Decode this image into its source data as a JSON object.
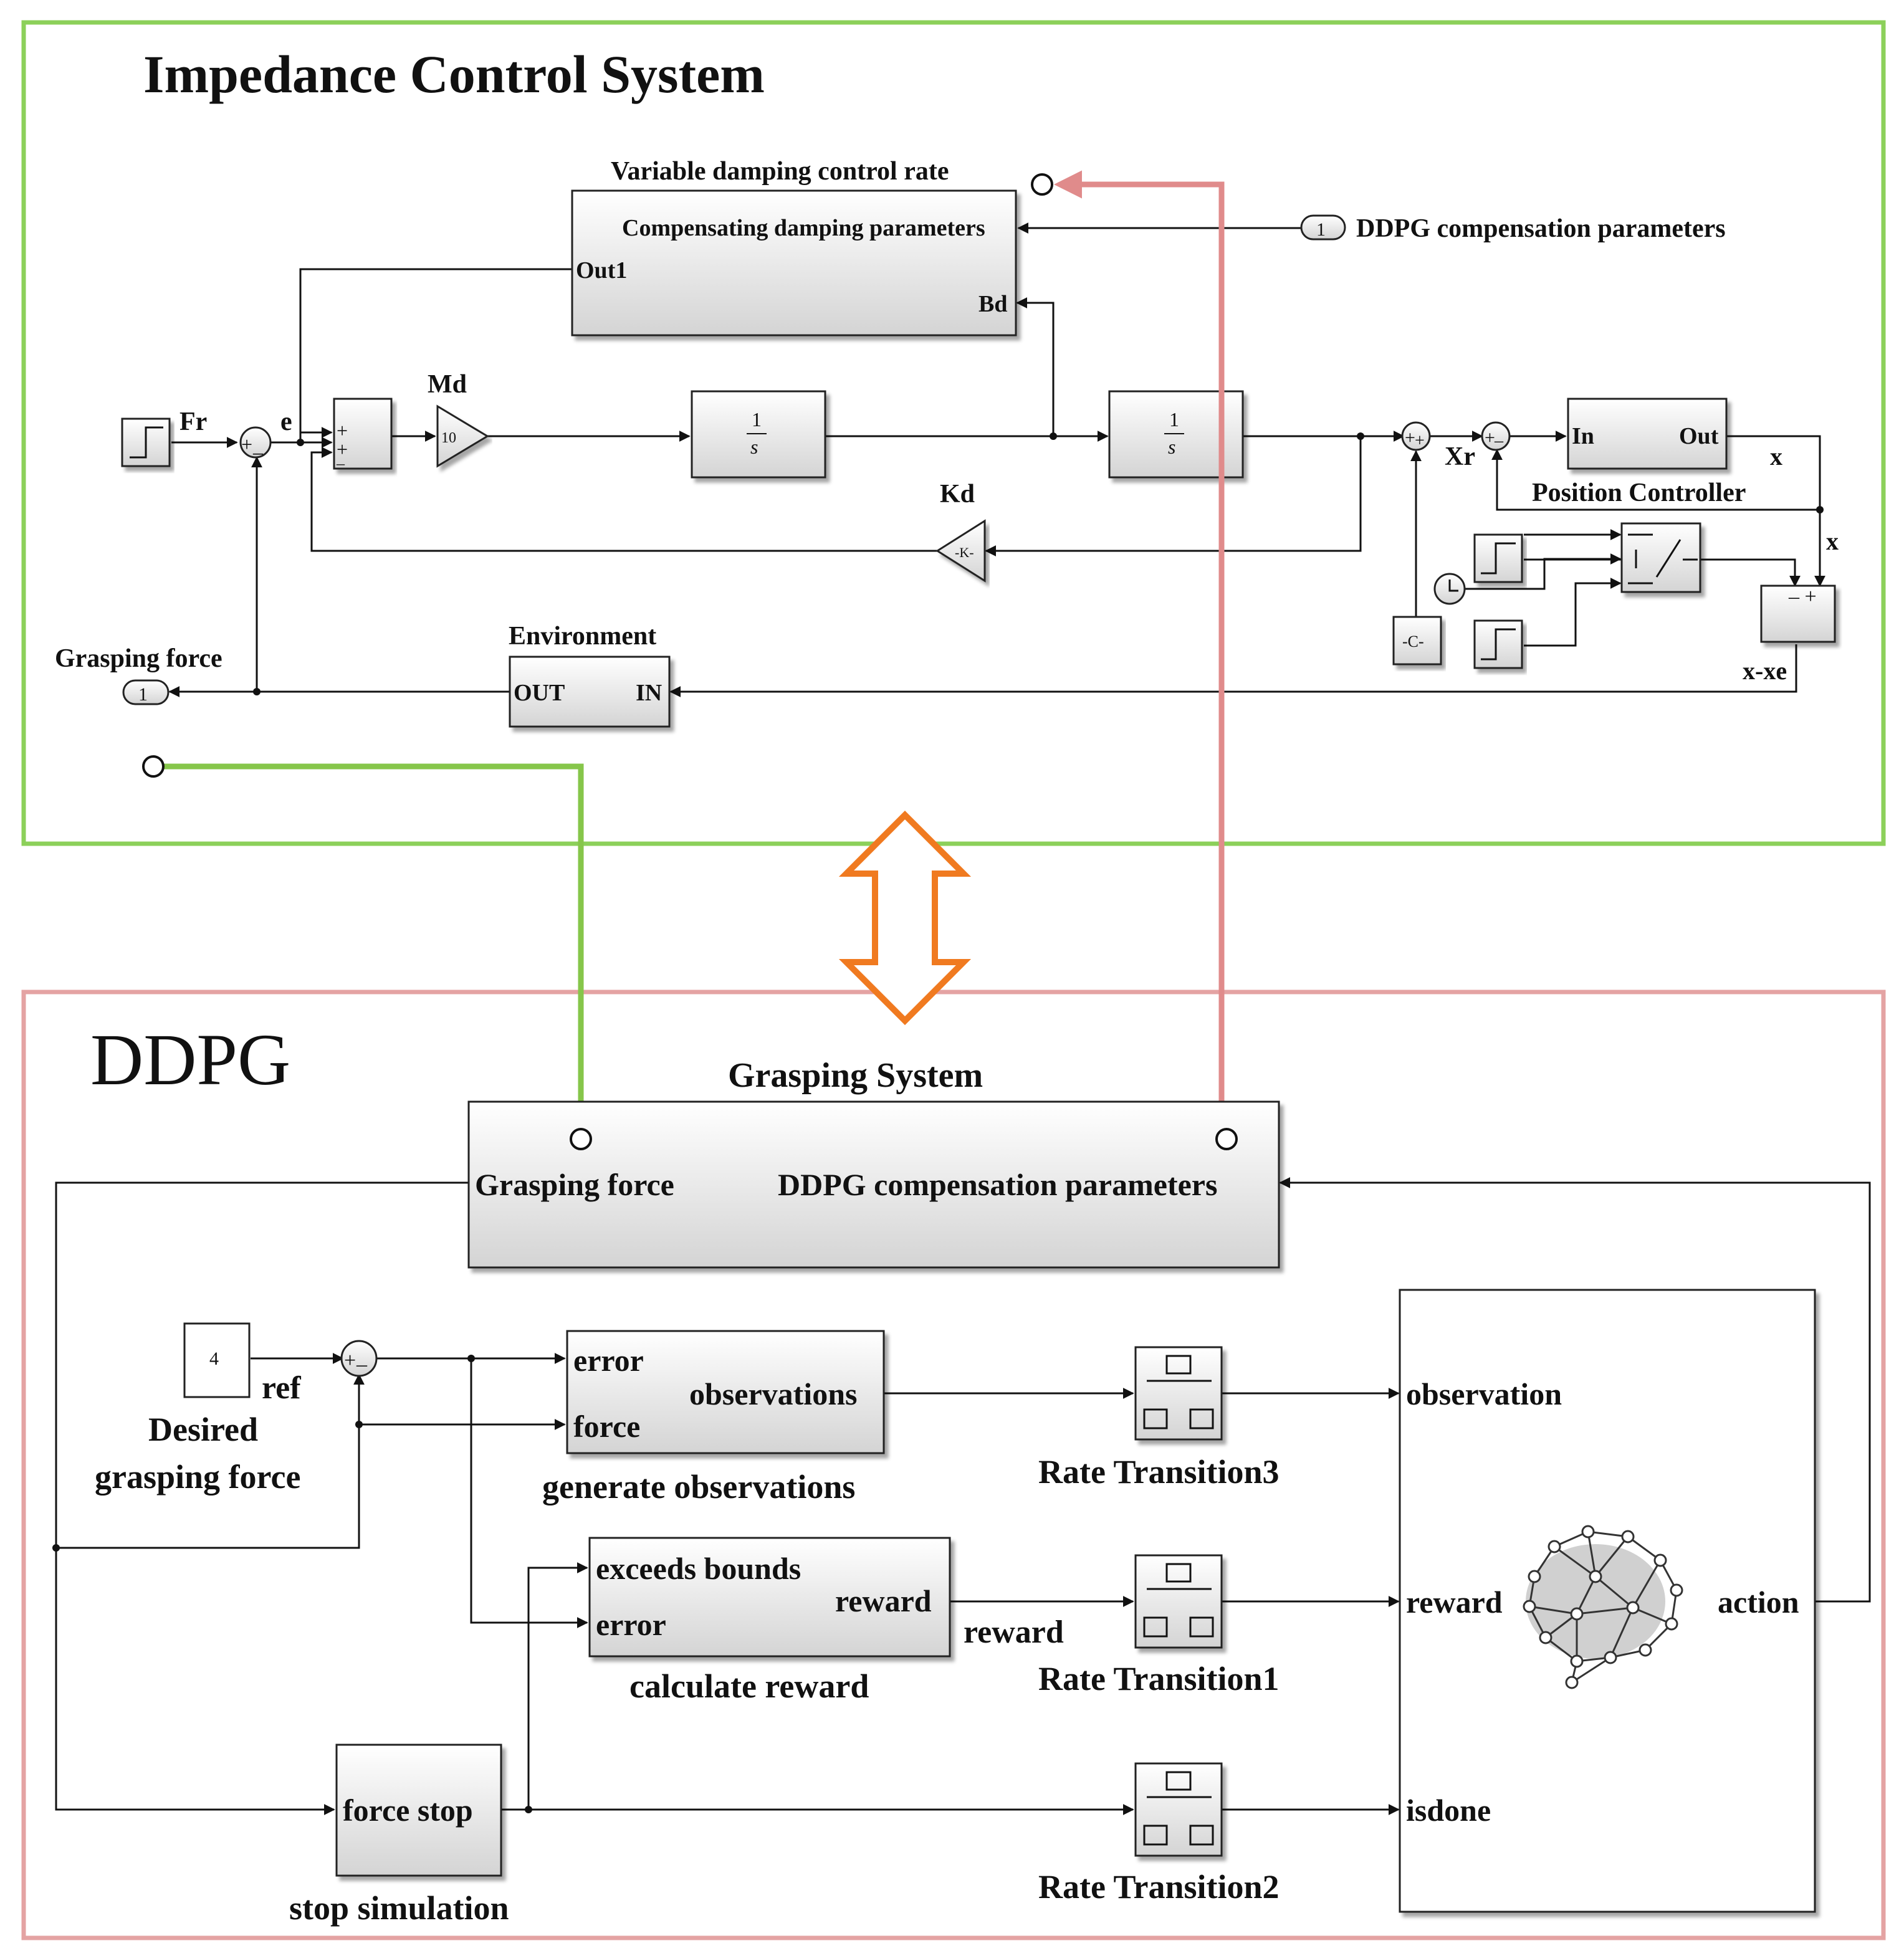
{
  "impedance": {
    "title": "Impedance Control System",
    "labels": {
      "fr": "Fr",
      "e": "e",
      "md": "Md",
      "kd": "Kd",
      "xr": "Xr",
      "x": "x",
      "x_xe": "x-xe"
    },
    "blocks": {
      "md_value": "10",
      "kd_value": "-K-",
      "integrator_num": "1",
      "integrator_den": "s",
      "vd_label": "Variable damping control rate",
      "vd_in": "Compensating damping parameters",
      "vd_out1": "Out1",
      "vd_bd": "Bd",
      "port_num": "1",
      "ddpg_param_label": "DDPG compensation parameters",
      "pc_in": "In",
      "pc_out": "Out",
      "pc_label": "Position Controller",
      "const_value": "-C-",
      "env_label": "Environment",
      "env_out": "OUT",
      "env_in": "IN",
      "grasp_out_label": "Grasping force"
    }
  },
  "ddpg": {
    "title": "DDPG",
    "labels": {
      "ref": "ref",
      "desired_1": "Desired",
      "desired_2": "grasping force",
      "reward": "reward"
    },
    "blocks": {
      "gs_label": "Grasping System",
      "gs_grasp": "Grasping force",
      "gs_ddpg": "DDPG compensation parameters",
      "const_value": "4",
      "go_error": "error",
      "go_force": "force",
      "go_obs": "observations",
      "go_label": "generate observations",
      "cr_exceeds": "exceeds bounds",
      "cr_error": "error",
      "cr_reward": "reward",
      "cr_label": "calculate reward",
      "ss_ports": "force  stop",
      "ss_label": "stop simulation",
      "rt3": "Rate Transition3",
      "rt1": "Rate Transition1",
      "rt2": "Rate Transition2",
      "ag_obs": "observation",
      "ag_reward": "reward",
      "ag_isdone": "isdone",
      "ag_action": "action"
    }
  },
  "colors": {
    "impedance_border": "#8cd05a",
    "ddpg_border": "#e4a3a3",
    "arrow_orange": "#f07a20",
    "green_link": "#86c64a",
    "red_link": "#e08b8b"
  }
}
